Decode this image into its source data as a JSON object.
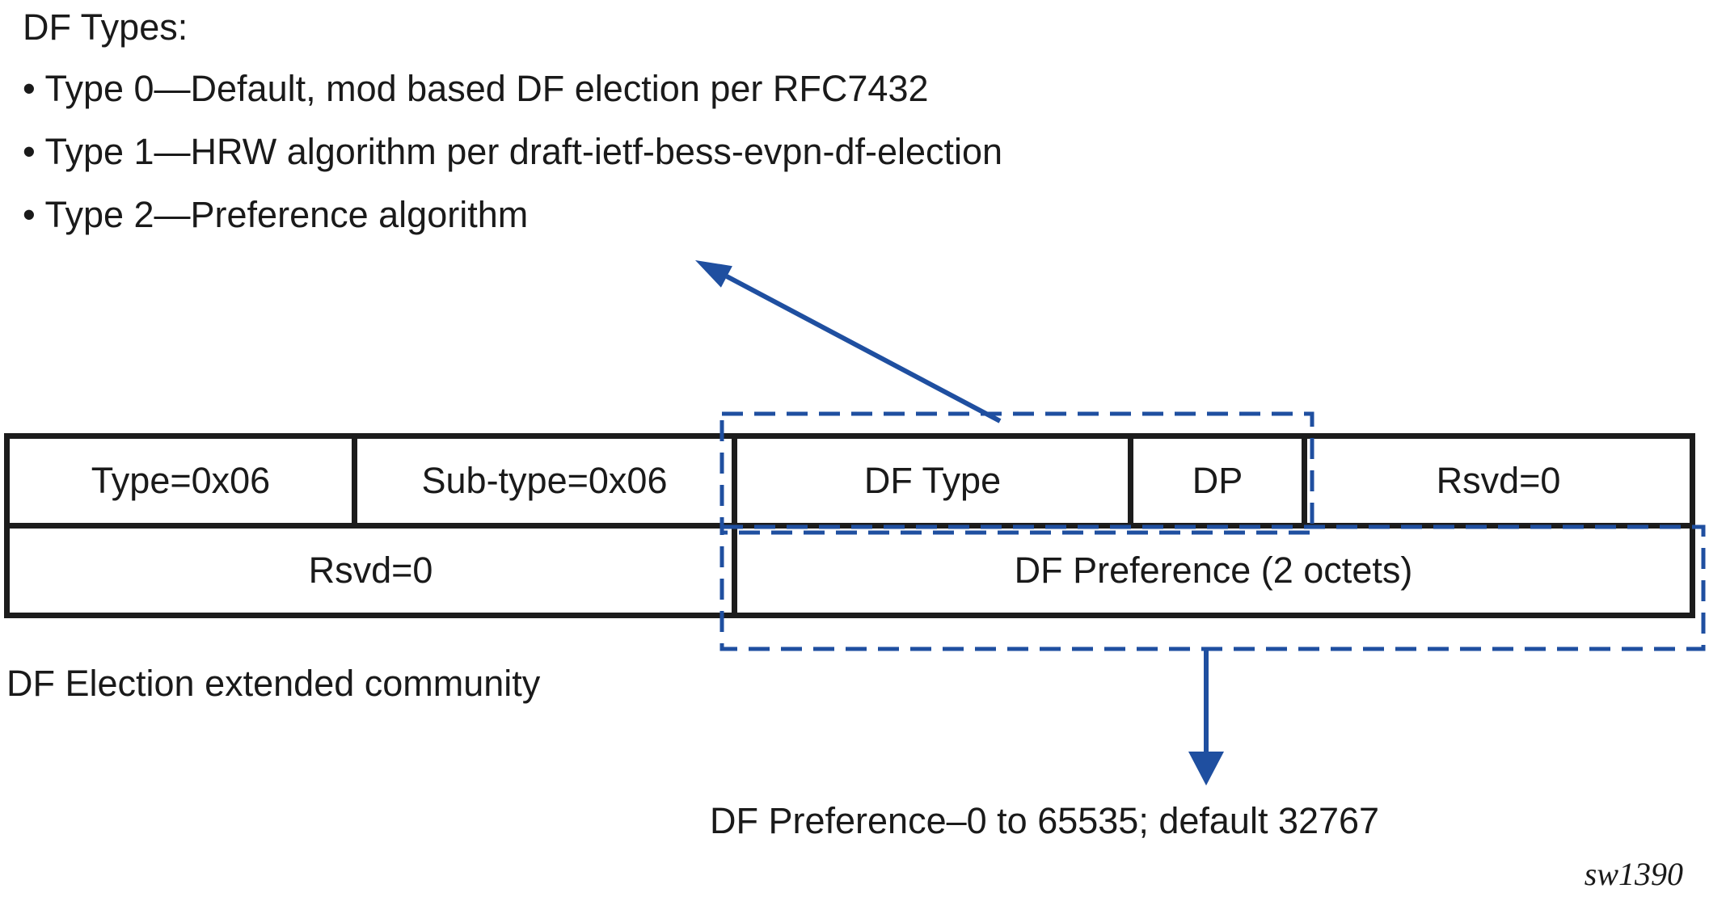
{
  "colors": {
    "accent_blue": "#1f4fa0",
    "line_black": "#1c1c1c",
    "text": "#1a1a1a",
    "background": "#ffffff"
  },
  "header": {
    "title": "DF Types:"
  },
  "bullets": {
    "items": [
      "• Type 0—Default, mod based DF election per RFC7432",
      "• Type 1—HRW algorithm per draft-ietf-bess-evpn-df-election",
      "• Type 2—Preference algorithm"
    ]
  },
  "packet_diagram": {
    "row1": [
      "Type=0x06",
      "Sub-type=0x06",
      "DF Type",
      "DP",
      "Rsvd=0"
    ],
    "row2": [
      "Rsvd=0",
      "DF Preference (2 octets)"
    ]
  },
  "caption": {
    "text": "DF Election extended community"
  },
  "annotation": {
    "text": "DF Preference–0 to 65535; default 32767"
  },
  "watermark": {
    "text": "sw1390"
  },
  "icons": {
    "arrow_up_left": "arrow pointing from DF Type / DP highlight box up toward the DF Types list",
    "arrow_down": "arrow pointing from DF Preference highlight box down to the preference range annotation",
    "df_type_highlight": "dashed rectangle around DF Type and DP fields",
    "df_preference_highlight": "dashed rectangle around DF Preference field"
  }
}
